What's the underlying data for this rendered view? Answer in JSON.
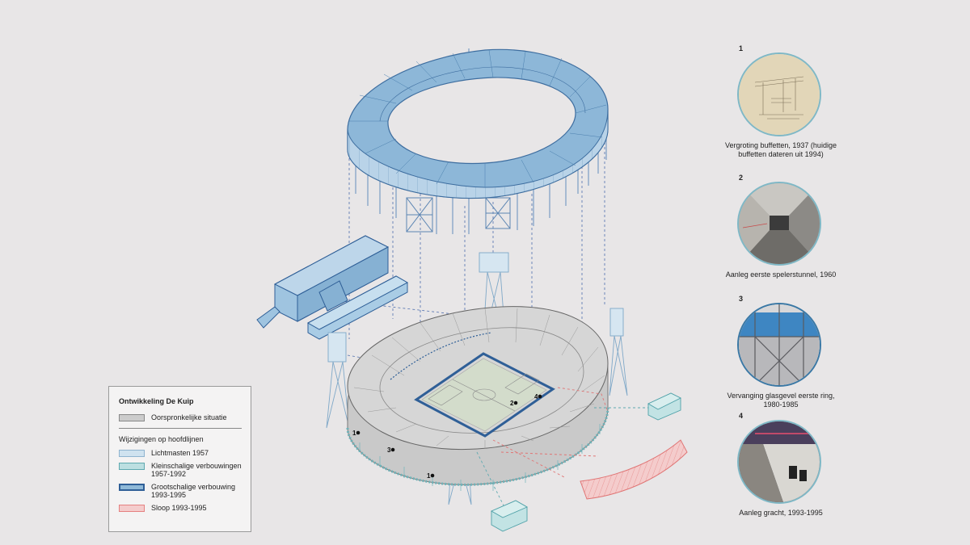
{
  "legend": {
    "title": "Ontwikkeling De Kuip",
    "original": "Oorspronkelijke situatie",
    "changes_header": "Wijzigingen op hoofdlijnen",
    "items": [
      {
        "label": "Lichtmasten 1957",
        "fill": "#cfe2ef",
        "stroke": "#8fb4cf"
      },
      {
        "label": "Kleinschalige verbouwingen 1957-1992",
        "fill": "#bcdfe1",
        "stroke": "#5fa9b0"
      },
      {
        "label": "Grootschalige verbouwing 1993-1995",
        "fill": "#8fb9d8",
        "stroke": "#2f5f97"
      },
      {
        "label": "Sloop 1993-1995",
        "fill": "#f4cccc",
        "stroke": "#e58080"
      }
    ],
    "original_fill": "#cccccc"
  },
  "panels": [
    {
      "num": "1",
      "caption": "Vergroting buffetten, 1937 (huidige buffetten dateren uit 1994)"
    },
    {
      "num": "2",
      "caption": "Aanleg eerste spelerstunnel, 1960"
    },
    {
      "num": "3",
      "caption": "Vervanging glasgevel eerste ring, 1980-1985"
    },
    {
      "num": "4",
      "caption": "Aanleg gracht, 1993-1995"
    }
  ],
  "markers": [
    "1",
    "2",
    "3",
    "4",
    "1"
  ]
}
